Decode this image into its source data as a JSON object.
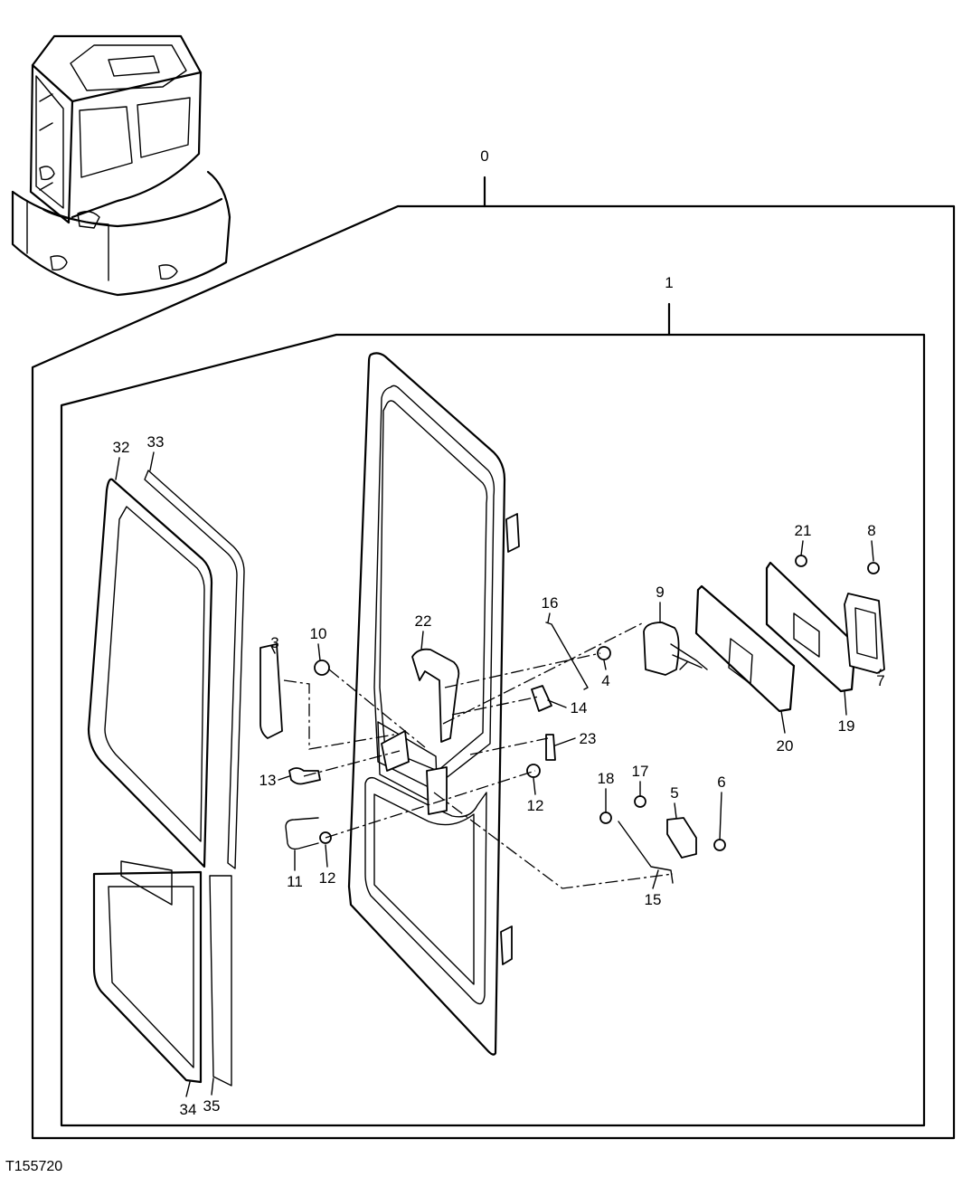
{
  "figure_id": "T155720",
  "callouts": {
    "c0": "0",
    "c1": "1",
    "c3": "3",
    "c4": "4",
    "c5": "5",
    "c6": "6",
    "c7": "7",
    "c8": "8",
    "c9": "9",
    "c10": "10",
    "c11": "11",
    "c12a": "12",
    "c12b": "12",
    "c13": "13",
    "c14": "14",
    "c15": "15",
    "c16": "16",
    "c17": "17",
    "c18": "18",
    "c19": "19",
    "c20": "20",
    "c21": "21",
    "c22": "22",
    "c23": "23",
    "c32": "32",
    "c33": "33",
    "c34": "34",
    "c35": "35"
  }
}
